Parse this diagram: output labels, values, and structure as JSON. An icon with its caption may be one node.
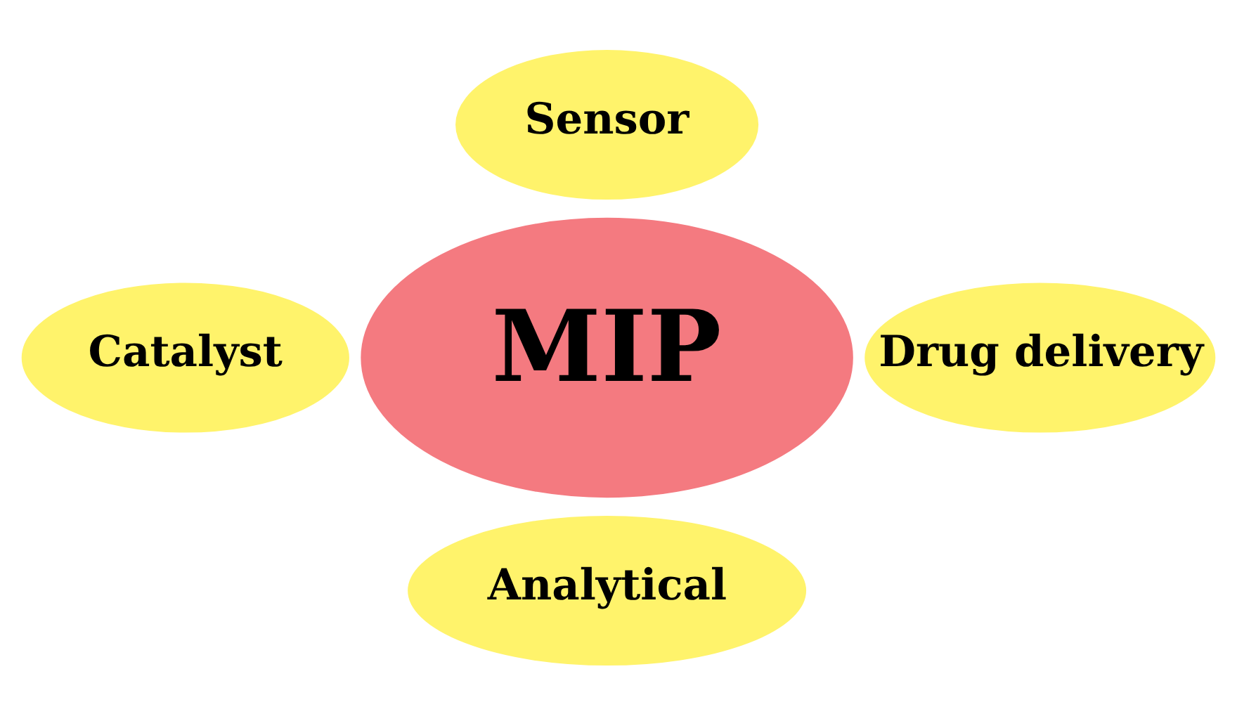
{
  "diagram": {
    "nodes": [
      {
        "text": [
          "Sensor"
        ]
      },
      {
        "text": [
          "Catalyst"
        ]
      },
      {
        "text": [
          "MIP"
        ]
      },
      {
        "text": [
          "Drug delivery"
        ]
      },
      {
        "text": [
          "Analytical"
        ]
      }
    ]
  }
}
